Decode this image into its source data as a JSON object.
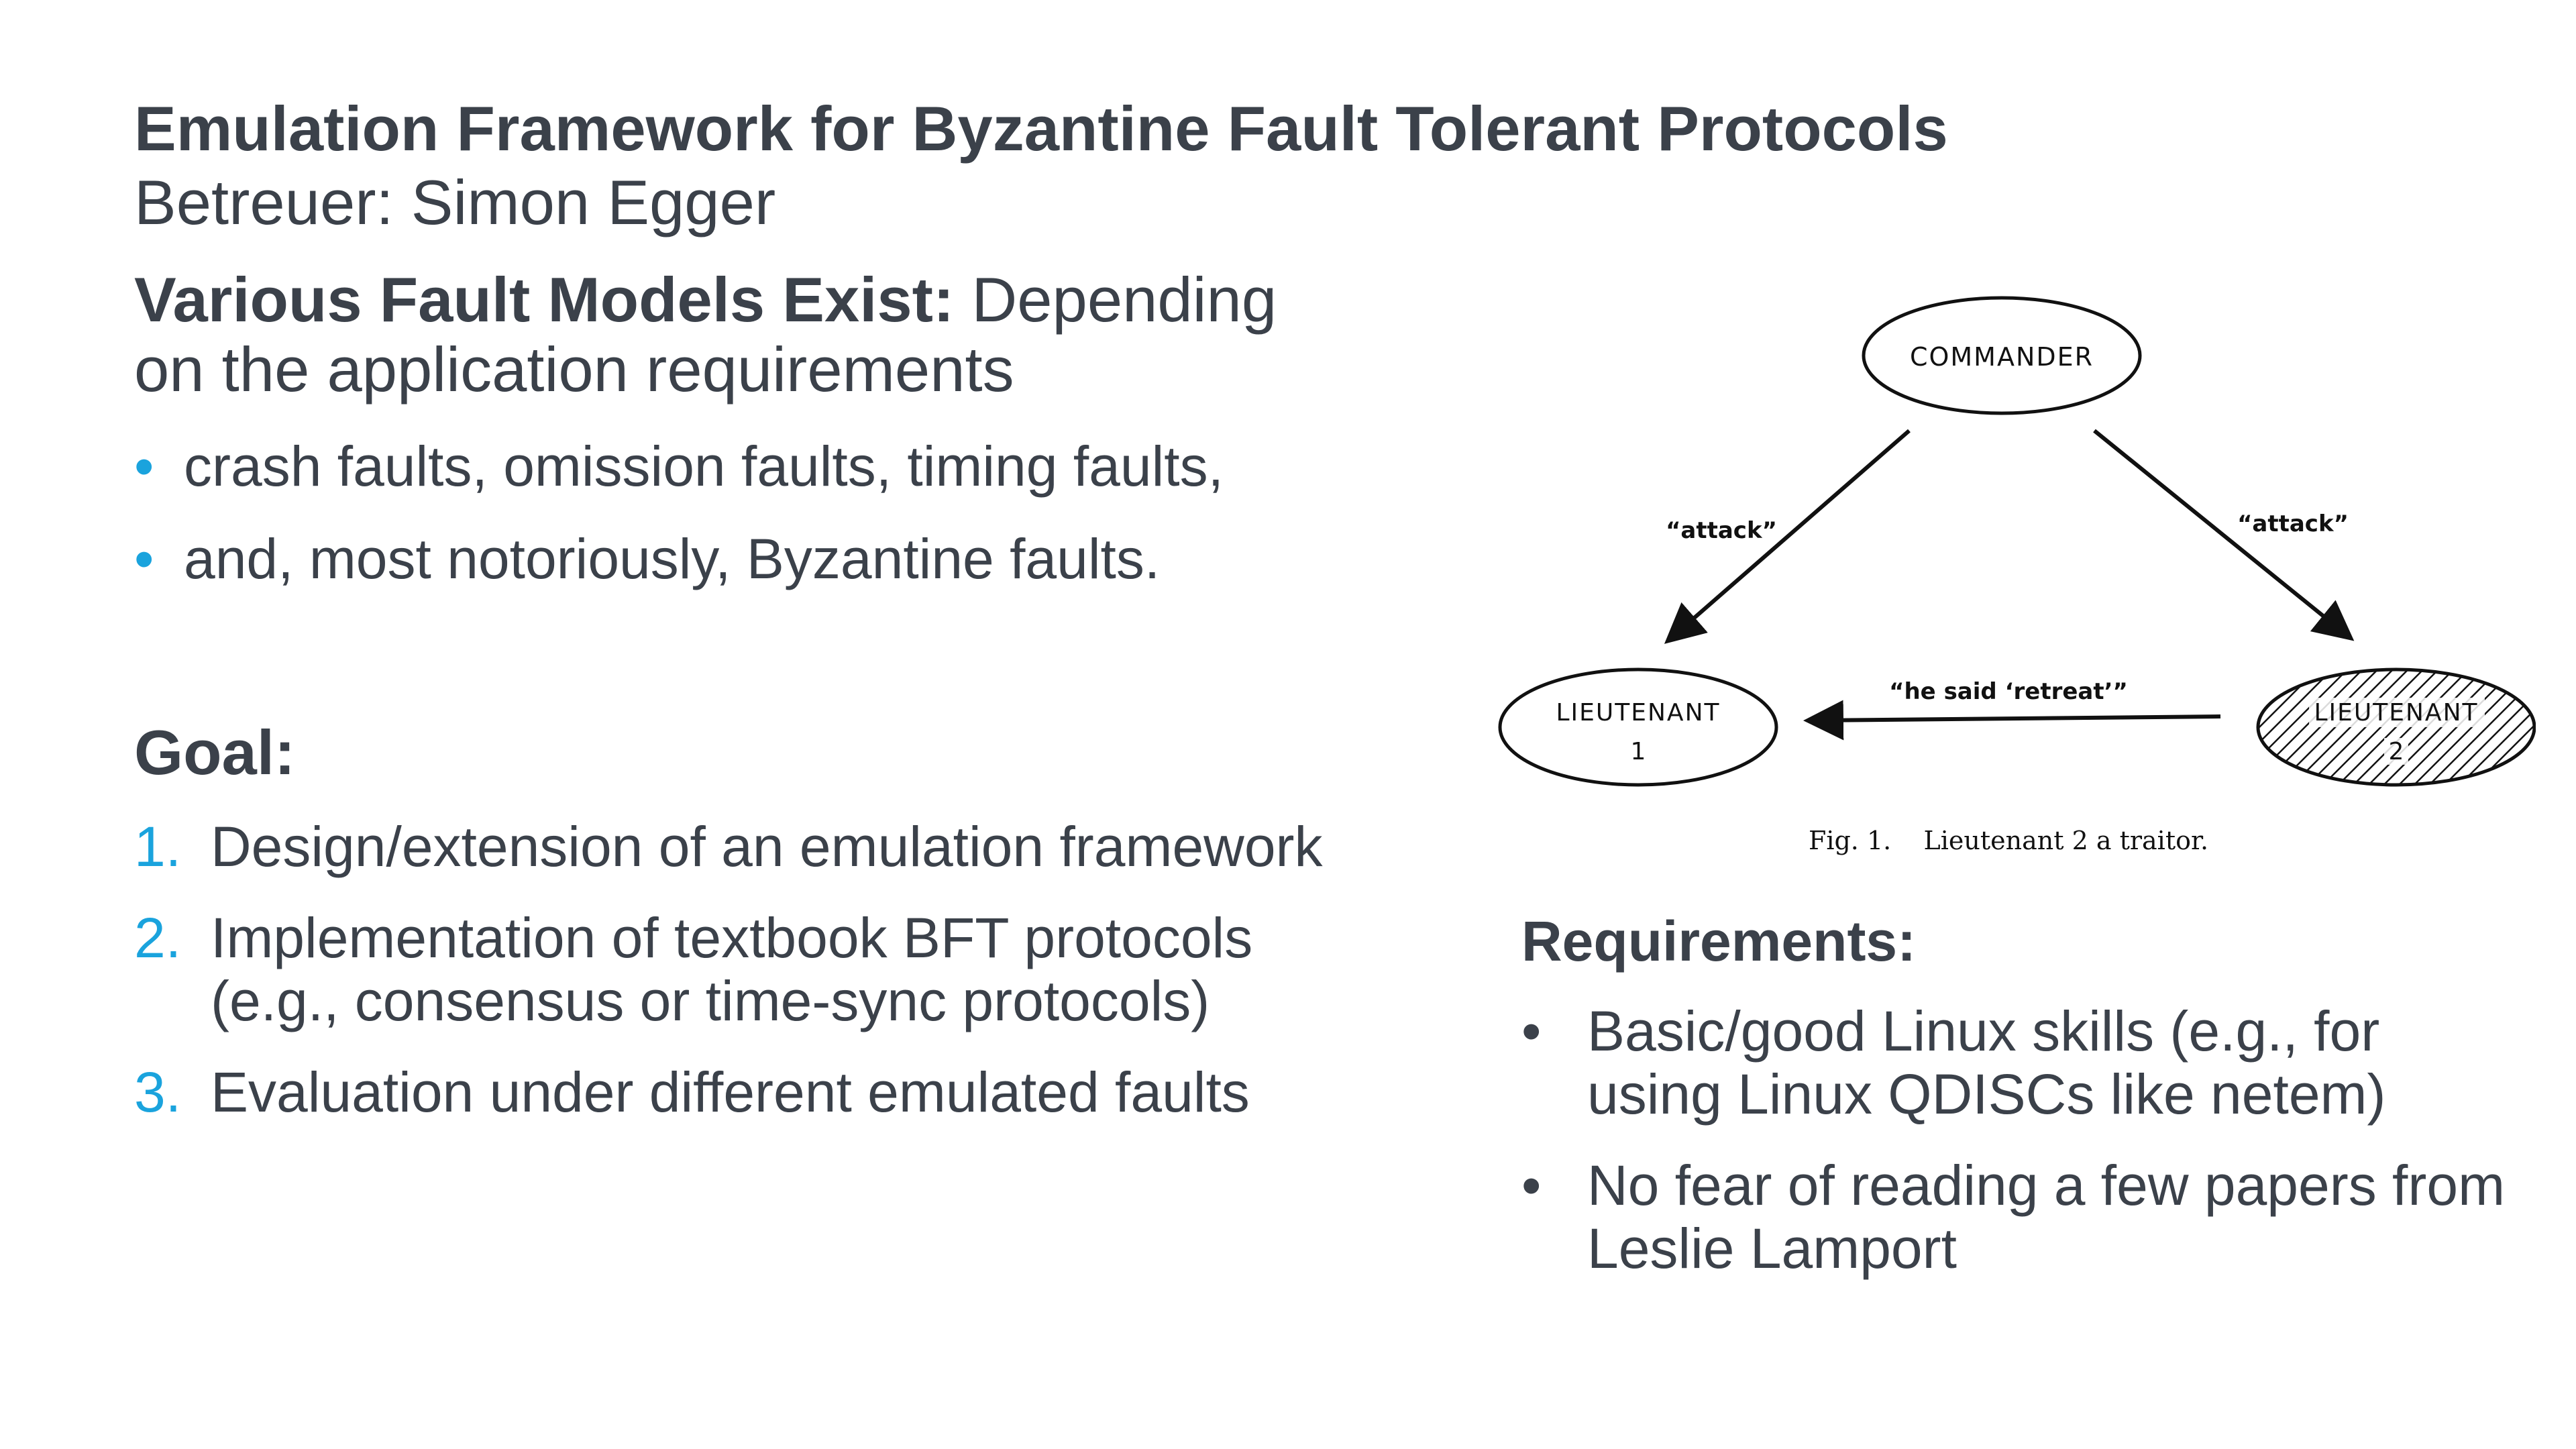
{
  "slide": {
    "title": "Emulation Framework for Byzantine Fault Tolerant Protocols",
    "subtitle": "Betreuer: Simon Egger"
  },
  "fault_models": {
    "heading_bold": "Various Fault Models Exist:",
    "heading_rest": " Depending on the application requirements",
    "items": [
      "crash faults, omission faults, timing faults,",
      "and, most notoriously, Byzantine faults."
    ]
  },
  "goal": {
    "heading": "Goal:",
    "items": [
      {
        "num": "1.",
        "text": "Design/extension of an emulation framework"
      },
      {
        "num": "2.",
        "text": "Implementation of textbook BFT protocols (e.g., consensus or time-sync  protocols)"
      },
      {
        "num": "3.",
        "text": "Evaluation under different emulated faults"
      }
    ]
  },
  "figure": {
    "commander": "COMMANDER",
    "lieutenant1_line1": "LIEUTENANT",
    "lieutenant1_line2": "1",
    "lieutenant2_line1": "LIEUTENANT",
    "lieutenant2_line2": "2",
    "msg_left": "“attack”",
    "msg_right": "“attack”",
    "msg_bottom": "“he said ‘retreat’”",
    "caption": "Fig. 1.    Lieutenant 2 a traitor."
  },
  "requirements": {
    "heading": "Requirements:",
    "items": [
      "Basic/good Linux skills (e.g., for using Linux QDISCs like netem)",
      "No fear of reading a few papers from Leslie Lamport"
    ]
  },
  "colors": {
    "text": "#3b414a",
    "accent": "#1aa3dd"
  }
}
